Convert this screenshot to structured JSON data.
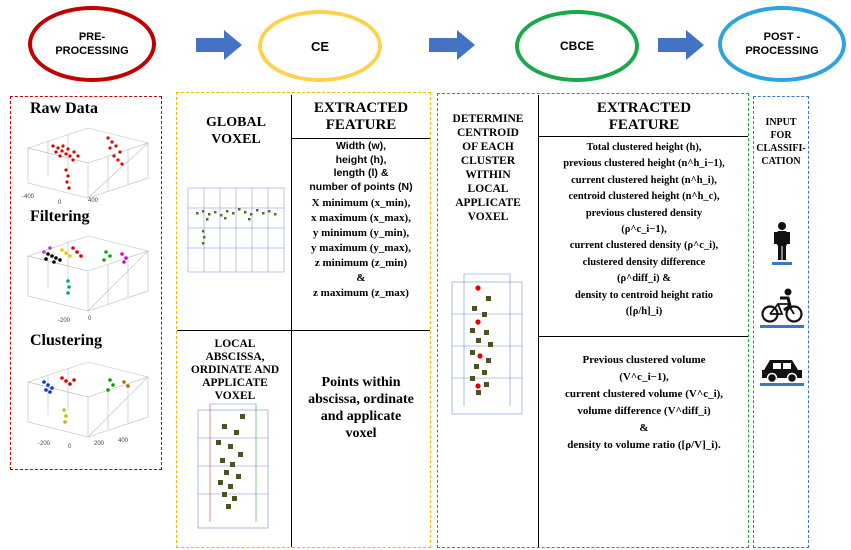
{
  "stages": {
    "pre": "PRE-\nPROCESSING",
    "ce": "CE",
    "cbce": "CBCE",
    "post": "POST -\nPROCESSING"
  },
  "colors": {
    "pre": "#c00000",
    "ce": "#ffd24d",
    "cbce": "#1aa84a",
    "post": "#2ea3e0",
    "arrow": "#4472c4"
  },
  "pre_panel": {
    "raw_data": "Raw Data",
    "filtering": "Filtering",
    "clustering": "Clustering",
    "axis_ticks": {
      "left": "-400",
      "mid": "-200",
      "zero": "0",
      "right": "200",
      "far": "400"
    }
  },
  "ce_panel": {
    "global_voxel": "GLOBAL\nVOXEL",
    "extracted_feature": "EXTRACTED\nFEATURE",
    "global_features_1": "Width (w),\nheight (h),\nlength (l) &\nnumber of points (N)",
    "global_features_2": "X minimum (x_min),\nx maximum (x_max),\ny minimum (y_min),\ny maximum (y_max),\nz minimum (z_min)\n&\nz maximum (z_max)",
    "local_voxel": "LOCAL\nABSCISSA,\nORDINATE AND\nAPPLICATE\nVOXEL",
    "local_features": "Points within\nabscissa, ordinate\nand applicate\nvoxel"
  },
  "cbce_panel": {
    "determine": "DETERMINE\nCENTROID\nOF EACH\nCLUSTER\nWITHIN\nLOCAL\nAPPLICATE\nVOXEL",
    "extracted_feature": "EXTRACTED\nFEATURE",
    "features_1": "Total clustered height (h),\nprevious clustered height (n^h_i−1),\ncurrent clustered height (n^h_i),\ncentroid clustered height (n^h_c),\nprevious clustered density\n(ρ^c_i−1),\ncurrent clustered density (ρ^c_i),\nclustered density difference\n(ρ^diff_i) &\ndensity to centroid height ratio\n([ρ/h]_i)",
    "features_2": "Previous clustered volume\n(V^c_i−1),\ncurrent clustered volume (V^c_i),\nvolume difference (V^diff_i)\n&\ndensity to volume ratio ([ρ/V]_i)."
  },
  "post_panel": {
    "input": "INPUT\nFOR\nCLASSIFI-\nCATION",
    "icons": [
      "pedestrian-icon",
      "cyclist-icon",
      "car-icon"
    ]
  }
}
